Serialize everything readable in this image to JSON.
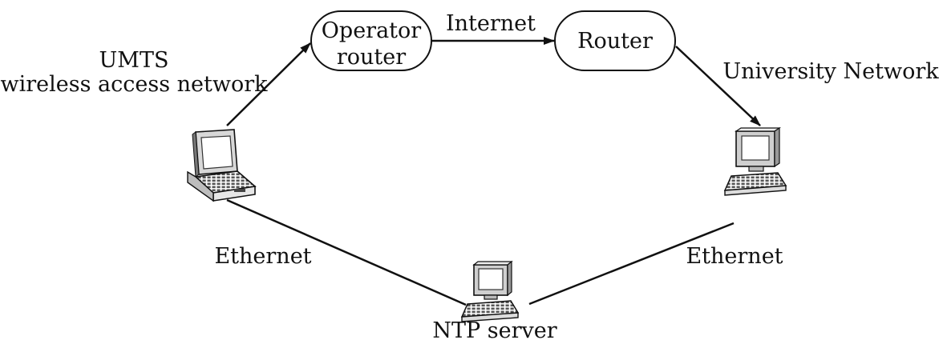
{
  "nodes": {
    "operator_router": {
      "line1": "Operator",
      "line2": "router"
    },
    "router": {
      "label": "Router"
    },
    "ntp_server": {
      "label": "NTP server"
    }
  },
  "edges": {
    "umts": {
      "line1": "UMTS",
      "line2": "wireless access network"
    },
    "internet": {
      "label": "Internet"
    },
    "university": {
      "label": "University Network"
    },
    "ethernet_left": {
      "label": "Ethernet"
    },
    "ethernet_right": {
      "label": "Ethernet"
    }
  },
  "icons": {
    "laptop": "laptop-icon",
    "desktop": "desktop-computer-icon",
    "ntp": "server-computer-icon"
  }
}
